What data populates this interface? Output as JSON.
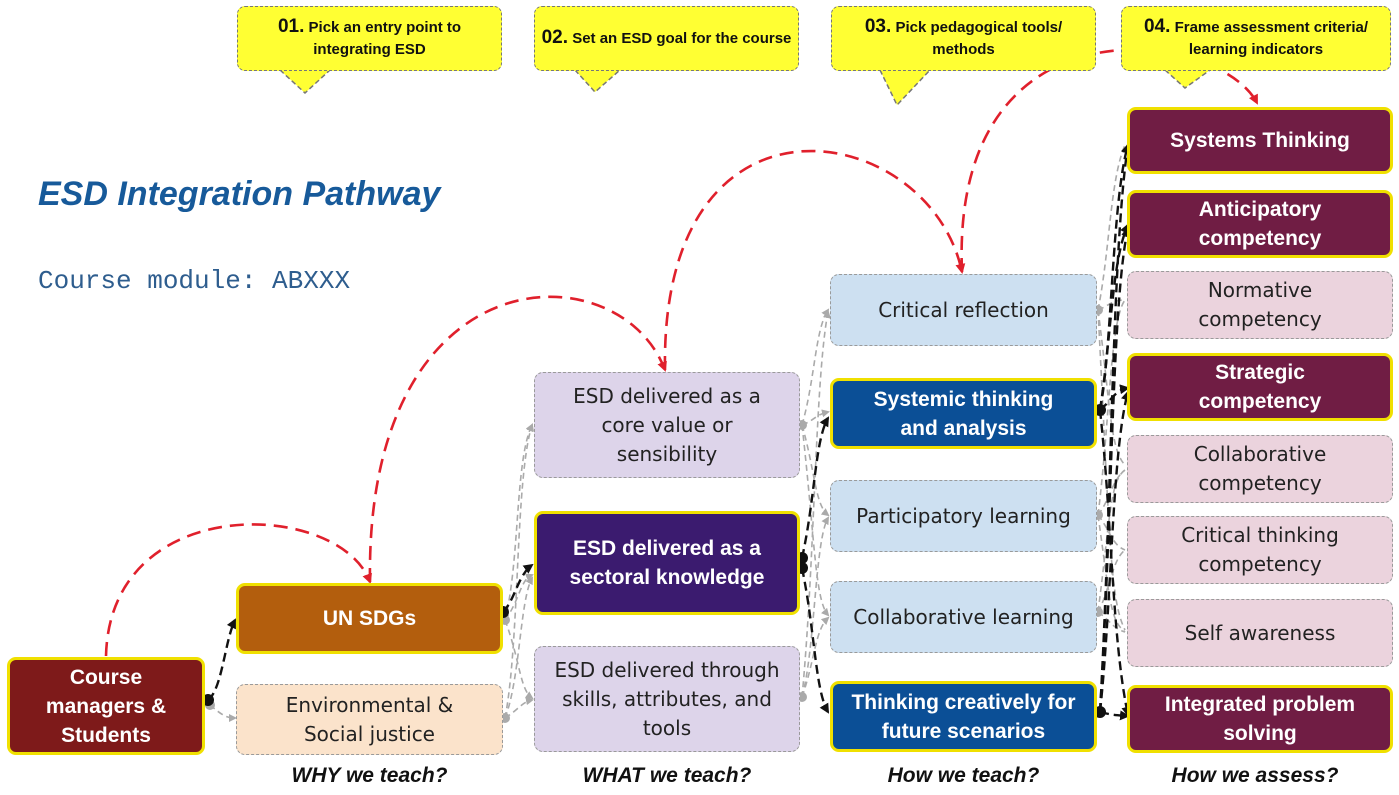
{
  "callouts": [
    {
      "num": "01.",
      "text": "Pick an entry point to integrating ESD"
    },
    {
      "num": "02.",
      "text": "Set an ESD goal for the course"
    },
    {
      "num": "03.",
      "text": "Pick pedagogical tools/ methods"
    },
    {
      "num": "04.",
      "text": "Frame assessment criteria/ learning indicators"
    }
  ],
  "title": "ESD Integration Pathway",
  "module_label": "Course module: ABXXX",
  "nodes": {
    "course_managers": "Course managers & Students",
    "un_sdgs": "UN SDGs",
    "env_justice": "Environmental & Social justice",
    "core_value": "ESD delivered as a core value or sensibility",
    "sectoral_knowledge": "ESD delivered as a sectoral knowledge",
    "skills_tools": "ESD delivered through skills, attributes, and tools",
    "critical_reflection": "Critical reflection",
    "systemic_thinking": "Systemic thinking and analysis",
    "participatory_learning": "Participatory learning",
    "collaborative_learning": "Collaborative learning",
    "thinking_creatively": "Thinking creatively for future scenarios",
    "systems_thinking": "Systems Thinking",
    "anticipatory": "Anticipatory competency",
    "normative": "Normative competency",
    "strategic": "Strategic competency",
    "collaborative_comp": "Collaborative competency",
    "critical_thinking": "Critical thinking competency",
    "self_awareness": "Self awareness",
    "integrated_problem": "Integrated problem solving"
  },
  "footers": [
    "WHY we teach?",
    "WHAT we teach?",
    "How we teach?",
    "How we assess?"
  ],
  "colors": {
    "callout_bg": "#ffff33",
    "highlight_border": "#f0e000",
    "red_arrow": "#e0202c",
    "title_blue": "#175a9a"
  }
}
